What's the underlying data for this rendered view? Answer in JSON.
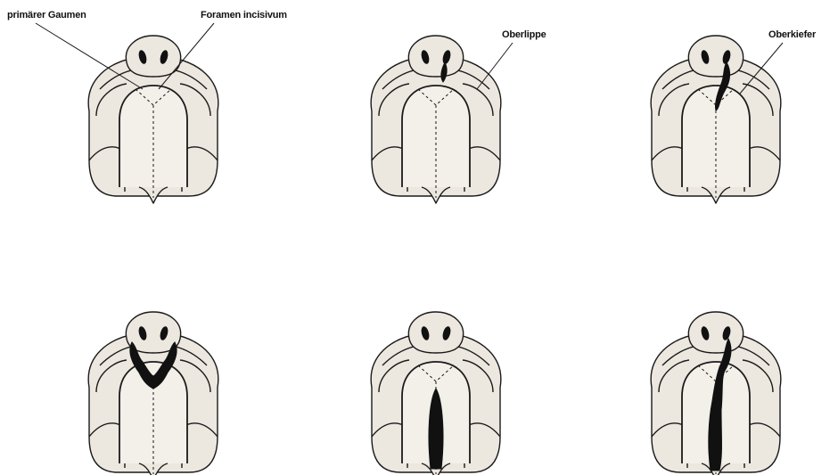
{
  "labels": {
    "primary_palate": "primärer Gaumen",
    "incisive_foramen": "Foramen incisivum",
    "upper_lip": "Oberlippe",
    "upper_jaw": "Oberkiefer"
  },
  "panels": [
    {
      "id": "normal",
      "cleft": "none"
    },
    {
      "id": "unilateral-lip-cleft",
      "cleft": "lip-unilateral"
    },
    {
      "id": "unilateral-lip-jaw-cleft",
      "cleft": "lip-jaw-unilateral"
    },
    {
      "id": "bilateral-lip-jaw-cleft",
      "cleft": "lip-jaw-bilateral"
    },
    {
      "id": "isolated-palate-cleft",
      "cleft": "palate"
    },
    {
      "id": "unilateral-lip-jaw-palate-cleft",
      "cleft": "lip-jaw-palate-unilateral"
    }
  ],
  "colors": {
    "line": "#1a1a1a",
    "fill": "#ece7df",
    "palate": "#f3efe9",
    "cleft": "#111111"
  }
}
